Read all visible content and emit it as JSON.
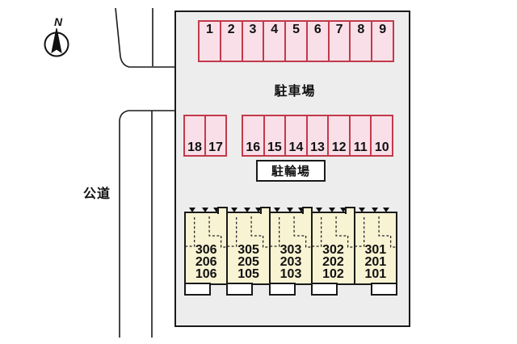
{
  "diagram_title": "apartment-site-layout-plan",
  "compass": {
    "label": "N"
  },
  "road": {
    "label": "公道"
  },
  "parking": {
    "area_label": "駐車場",
    "top_row": [
      "1",
      "2",
      "3",
      "4",
      "5",
      "6",
      "7",
      "8",
      "9"
    ],
    "mid_left": [
      "18",
      "17"
    ],
    "mid_right": [
      "16",
      "15",
      "14",
      "13",
      "12",
      "11",
      "10"
    ]
  },
  "bicycle": {
    "label": "駐輪場"
  },
  "building": {
    "units": [
      {
        "rooms": [
          "306",
          "206",
          "106"
        ]
      },
      {
        "rooms": [
          "305",
          "205",
          "105"
        ]
      },
      {
        "rooms": [
          "303",
          "203",
          "103"
        ]
      },
      {
        "rooms": [
          "302",
          "202",
          "102"
        ]
      },
      {
        "rooms": [
          "301",
          "201",
          "101"
        ]
      }
    ]
  },
  "colors": {
    "site_fill": "#ededed",
    "parking_fill": "#f9dfe8",
    "parking_border": "#c23a4a",
    "unit_fill": "#f8f3d3",
    "line": "#1a1a1a"
  }
}
